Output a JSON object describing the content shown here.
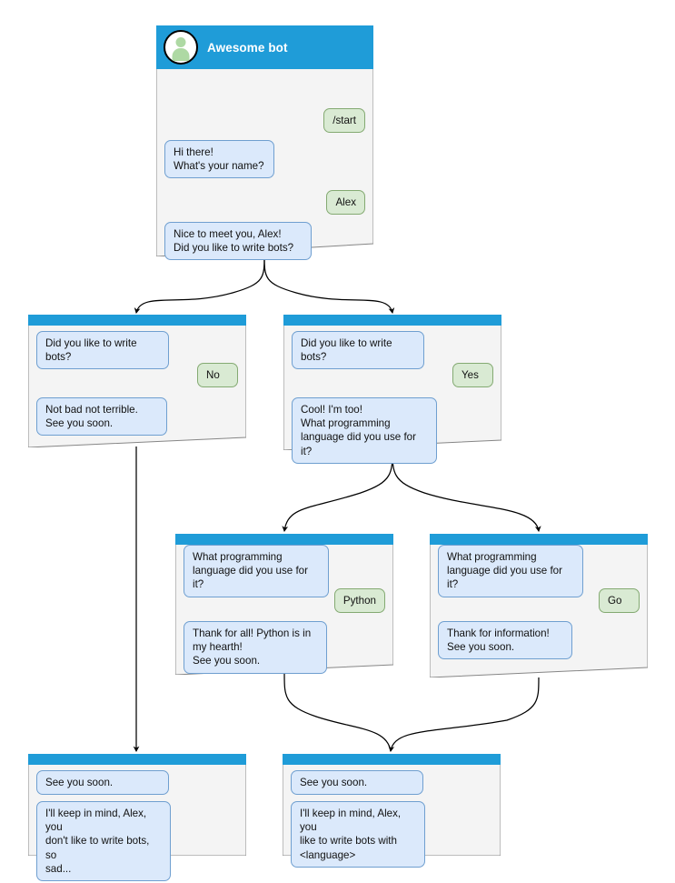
{
  "diagram": {
    "title": "Telegram bot conversation flow",
    "colors": {
      "header_blue": "#1f9cd8",
      "window_fill": "#f4f4f4",
      "window_border": "#868686",
      "bot_bubble_fill": "#dbe9fb",
      "bot_bubble_border": "#6f9fd0",
      "user_bubble_fill": "#d9ead3",
      "user_bubble_border": "#84aa72",
      "connector": "#000000",
      "avatar_figure": "#aed9a4"
    }
  },
  "windows": [
    {
      "id": "root",
      "title": "Awesome bot",
      "avatar_icon": "user-avatar-icon",
      "messages": [
        {
          "role": "user",
          "text": "/start"
        },
        {
          "role": "bot",
          "text": "Hi there!\nWhat's your name?"
        },
        {
          "role": "user",
          "text": "Alex"
        },
        {
          "role": "bot",
          "text": "Nice to meet you, Alex!\nDid you like to write bots?"
        }
      ]
    },
    {
      "id": "branch-no",
      "title": "",
      "messages": [
        {
          "role": "bot",
          "text": "Did you like to write bots?"
        },
        {
          "role": "user",
          "text": "No"
        },
        {
          "role": "bot",
          "text": "Not bad not terrible.\nSee you soon."
        }
      ]
    },
    {
      "id": "branch-yes",
      "title": "",
      "messages": [
        {
          "role": "bot",
          "text": "Did you like to write bots?"
        },
        {
          "role": "user",
          "text": "Yes"
        },
        {
          "role": "bot",
          "text": "Cool! I'm too!\nWhat programming\nlanguage did you use for it?"
        }
      ]
    },
    {
      "id": "branch-python",
      "title": "",
      "messages": [
        {
          "role": "bot",
          "text": "What programming\nlanguage did you use for it?"
        },
        {
          "role": "user",
          "text": "Python"
        },
        {
          "role": "bot",
          "text": "Thank for all! Python is in\nmy hearth!\nSee you soon."
        }
      ]
    },
    {
      "id": "branch-go",
      "title": "",
      "messages": [
        {
          "role": "bot",
          "text": "What programming\nlanguage did you use for it?"
        },
        {
          "role": "user",
          "text": "Go"
        },
        {
          "role": "bot",
          "text": "Thank for information!\nSee you soon."
        }
      ]
    },
    {
      "id": "end-no",
      "title": "",
      "messages": [
        {
          "role": "bot",
          "text": "See you soon."
        },
        {
          "role": "bot",
          "text": "I'll keep in mind, Alex, you\ndon't like to write bots, so\nsad..."
        }
      ]
    },
    {
      "id": "end-yes",
      "title": "",
      "messages": [
        {
          "role": "bot",
          "text": "See you soon."
        },
        {
          "role": "bot",
          "text": "I'll keep in mind, Alex, you\nlike to write bots with\n<language>"
        }
      ]
    }
  ]
}
